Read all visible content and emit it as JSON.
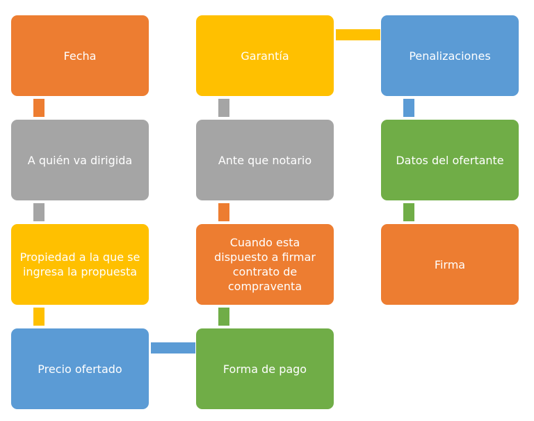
{
  "diagram": {
    "steps": [
      {
        "label": "Fecha",
        "color": "#ED7D31"
      },
      {
        "label": "A quién va dirigida",
        "color": "#A5A5A5"
      },
      {
        "label": "Propiedad a la que se ingresa la propuesta",
        "color": "#FFC000"
      },
      {
        "label": "Precio ofertado",
        "color": "#5B9BD5"
      },
      {
        "label": "Forma de pago",
        "color": "#70AD47"
      },
      {
        "label": "Cuando esta dispuesto a firmar contrato de compraventa",
        "color": "#ED7D31"
      },
      {
        "label": "Ante que notario",
        "color": "#A5A5A5"
      },
      {
        "label": "Garantía",
        "color": "#FFC000"
      },
      {
        "label": "Penalizaciones",
        "color": "#5B9BD5"
      },
      {
        "label": "Datos del ofertante",
        "color": "#70AD47"
      },
      {
        "label": "Firma",
        "color": "#ED7D31"
      }
    ]
  }
}
